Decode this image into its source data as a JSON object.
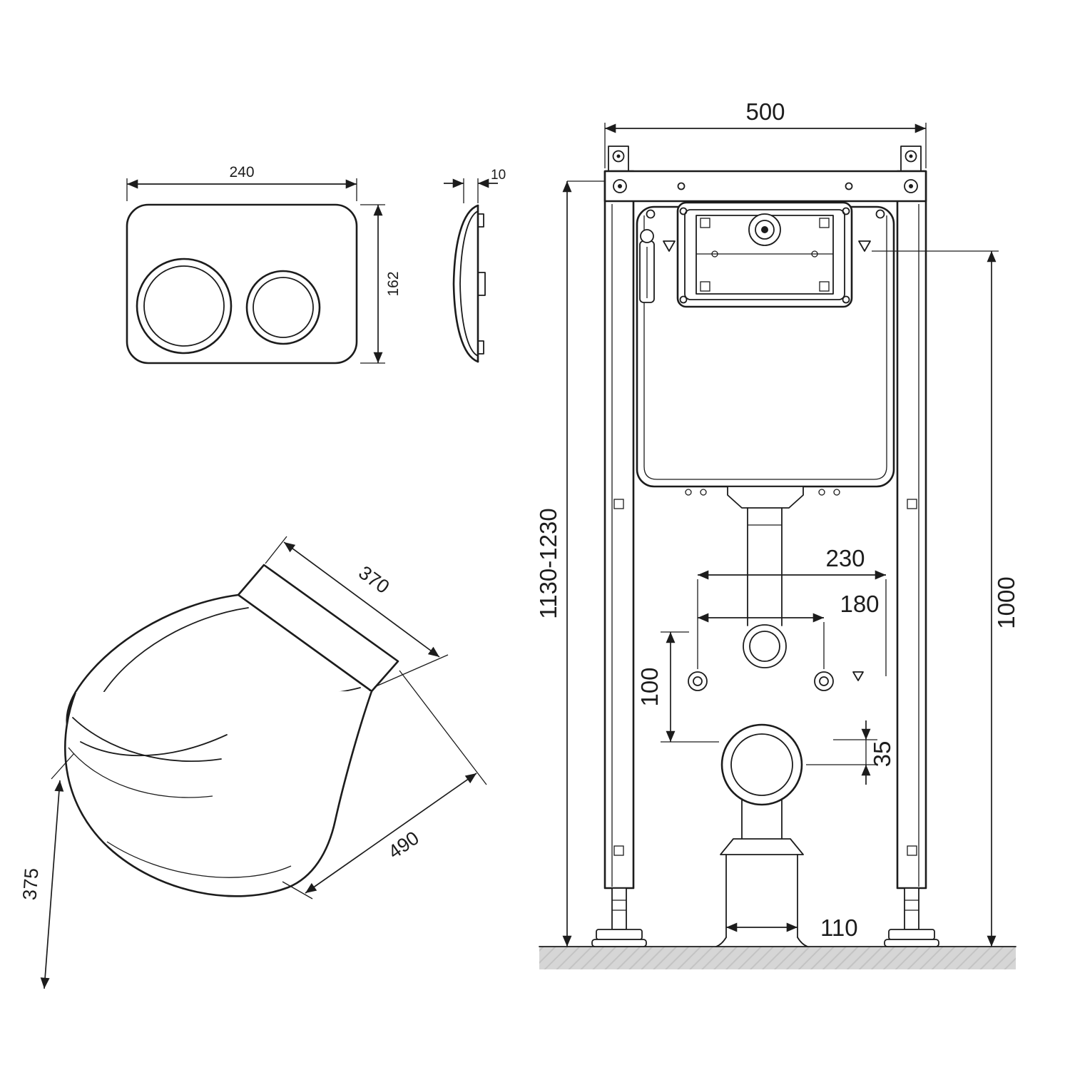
{
  "drawing": {
    "plate_front": {
      "width": "240",
      "height": "162"
    },
    "plate_side": {
      "thickness": "10"
    },
    "bowl": {
      "width": "370",
      "depth": "490",
      "height": "375"
    },
    "frame": {
      "width": "500",
      "height_range": "1130-1230",
      "supply_height": "1000",
      "fixing_span": "230",
      "bolt_span": "180",
      "offset_100": "100",
      "offset_35": "35",
      "drain_width": "110"
    }
  },
  "colors": {
    "line": "#1c1c1c",
    "background": "#ffffff",
    "ground": "#d6d6d6"
  }
}
